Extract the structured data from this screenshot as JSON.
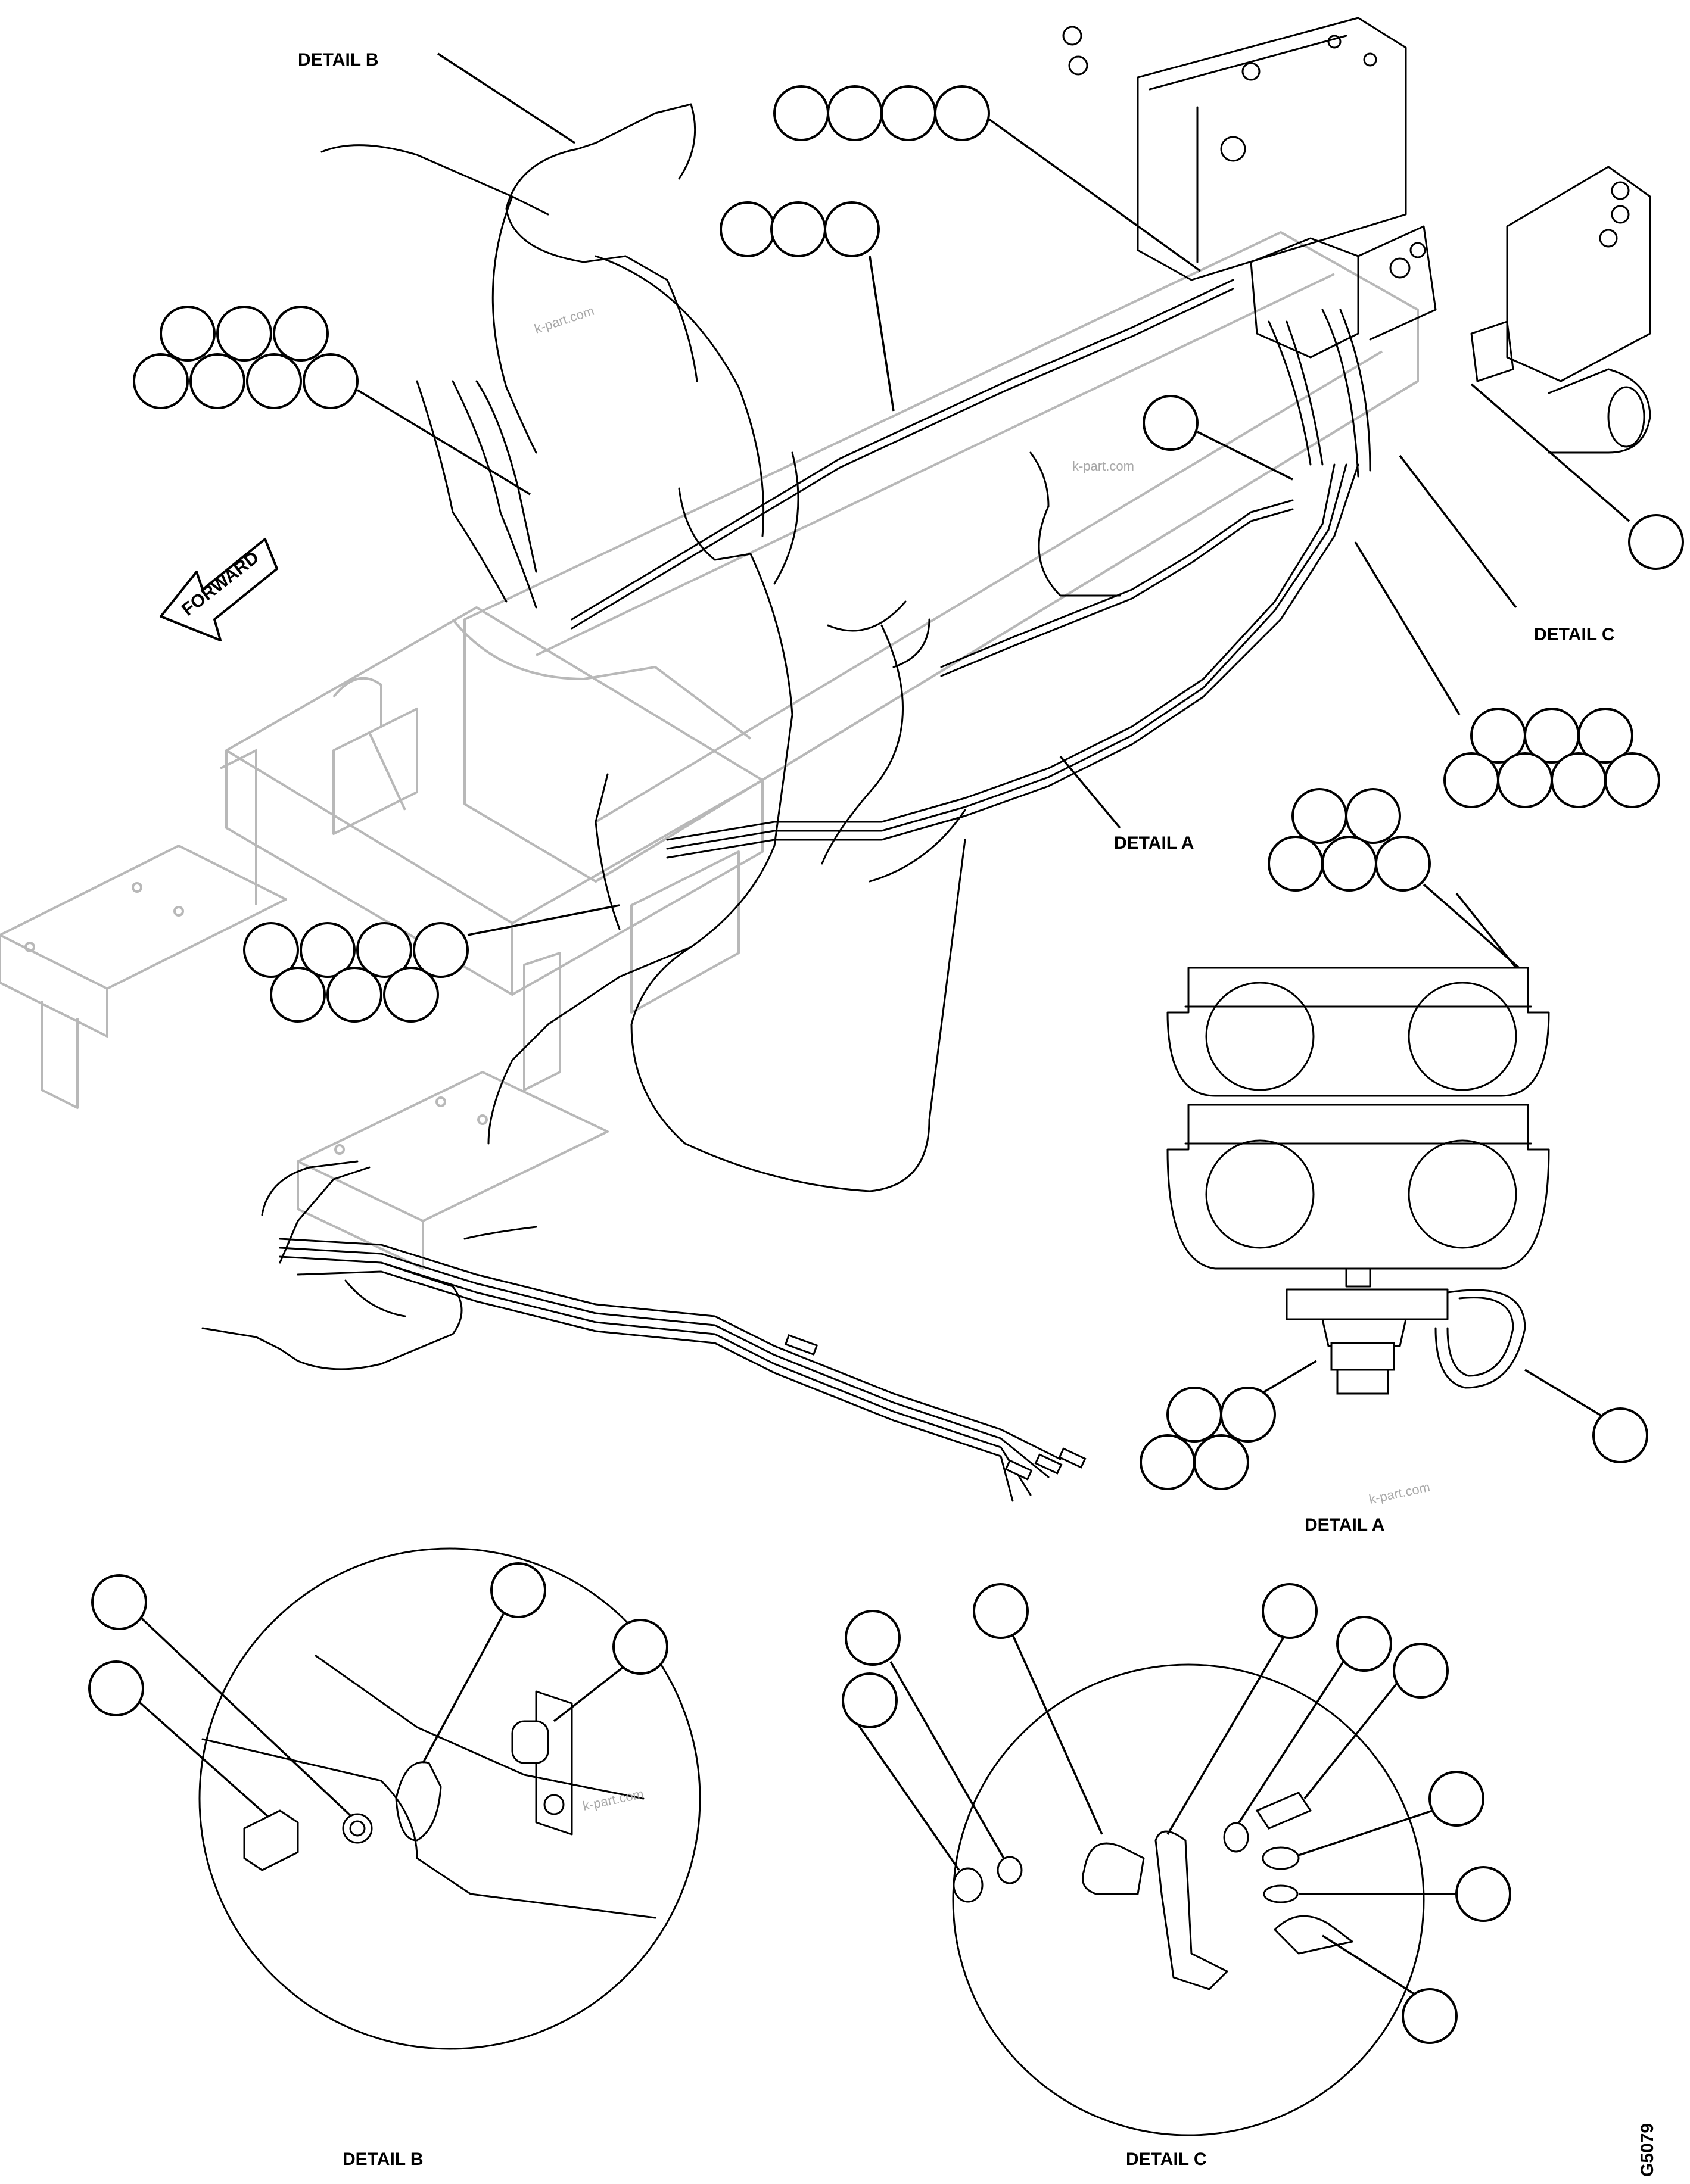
{
  "diagram": {
    "labels": {
      "detail_b_top": "DETAIL B",
      "detail_a_main": "DETAIL A",
      "detail_c_main": "DETAIL C",
      "detail_a_inset": "DETAIL A",
      "detail_b_bottom": "DETAIL B",
      "detail_c_bottom": "DETAIL C",
      "forward_arrow": "FORWARD",
      "figure_number": "G5079"
    },
    "watermark": "k-part.com",
    "icons": [
      "forward-arrow-icon",
      "callout-balloon"
    ]
  }
}
